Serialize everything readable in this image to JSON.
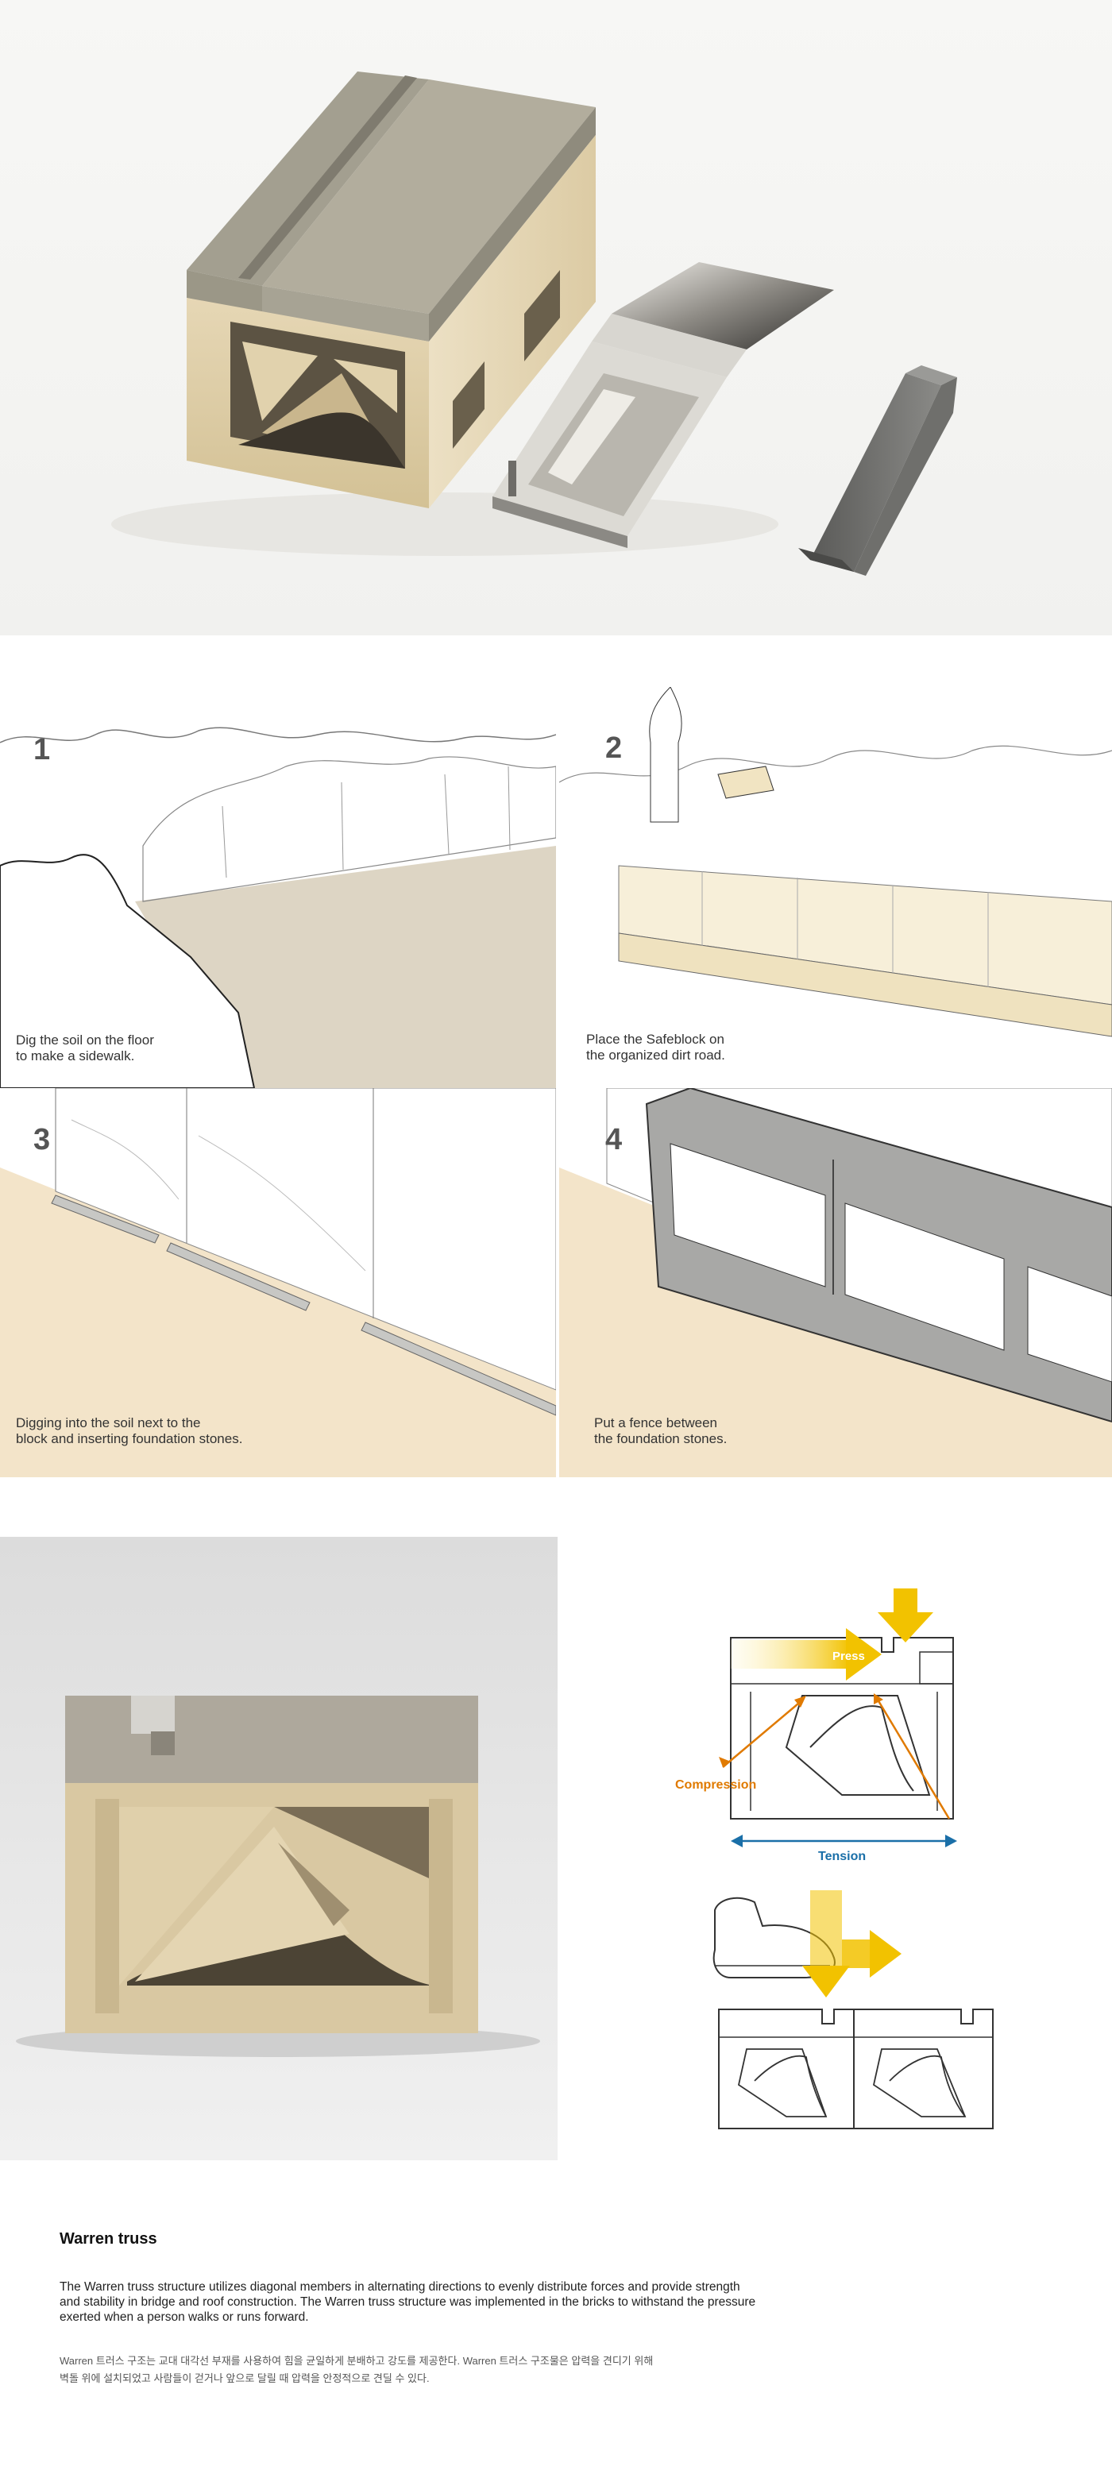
{
  "steps": [
    {
      "number": "1",
      "caption_line1": "Dig the soil on the floor",
      "caption_line2": "to make a sidewalk."
    },
    {
      "number": "2",
      "caption_line1": "Place the Safeblock on",
      "caption_line2": "the organized dirt road."
    },
    {
      "number": "3",
      "caption_line1": "Digging into the soil next to the",
      "caption_line2": "block and inserting foundation stones."
    },
    {
      "number": "4",
      "caption_line1": "Put a fence between",
      "caption_line2": "the foundation stones."
    }
  ],
  "diagram": {
    "press_label": "Press",
    "compression_label": "Compression",
    "tension_label": "Tension"
  },
  "section": {
    "title": "Warren truss",
    "body_en_line1": "The Warren truss structure utilizes diagonal members in alternating directions to evenly distribute forces and provide strength",
    "body_en_line2": "and stability in bridge and roof construction. The Warren truss structure was implemented in the bricks to withstand the pressure",
    "body_en_line3": "exerted when a person walks or runs forward.",
    "body_ko_line1": "Warren 트러스 구조는 교대 대각선 부재를 사용하여 힘을 균일하게 분배하고 강도를 제공한다.  Warren 트러스 구조물은 압력을 견디기 위해",
    "body_ko_line2": "벽돌 위에 설치되었고 사람들이 걷거나 앞으로 달릴 때 압력을 안정적으로 견딜 수 있다."
  },
  "colors": {
    "press_arrow": "#f2c200",
    "compression": "#e07a00",
    "tension": "#1a6fa8",
    "sand": "#d8c7a3",
    "stone": "#a8a69b",
    "soil": "#ecdcc2"
  }
}
